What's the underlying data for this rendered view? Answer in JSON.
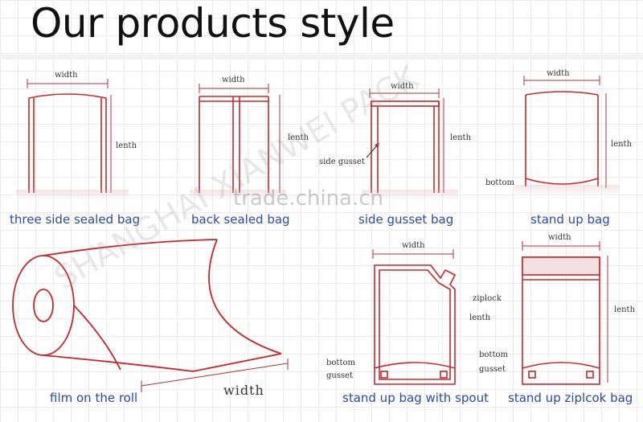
{
  "title": "Our products style",
  "products": {
    "three_side": {
      "caption": "three side sealed bag",
      "width": "width",
      "length": "lenth"
    },
    "back_sealed": {
      "caption": "back sealed bag",
      "width": "width",
      "length": "lenth"
    },
    "side_gusset": {
      "caption": "side gusset bag",
      "width": "width",
      "length": "lenth",
      "gusset": "side gusset"
    },
    "stand_up": {
      "caption": "stand up bag",
      "width": "width",
      "length": "lenth",
      "bottom": "bottom"
    },
    "film_roll": {
      "caption": "film on the roll",
      "width": "width"
    },
    "spout": {
      "caption": "stand up bag with spout",
      "width": "width",
      "length": "lenth",
      "ziplock": "ziplock",
      "bottom": "bottom",
      "gusset": "gusset"
    },
    "ziplock": {
      "caption": "stand up ziplcok bag",
      "width": "width",
      "length": "lenth",
      "bottom": "bottom",
      "gusset": "gusset"
    }
  },
  "watermarks": {
    "site": "trade.china.cn",
    "company": "SHANGHAI XIANWEI PACK"
  },
  "colors": {
    "outline": "#c8262a",
    "caption": "#2b49a8",
    "dimension_line": "#b0303a"
  }
}
